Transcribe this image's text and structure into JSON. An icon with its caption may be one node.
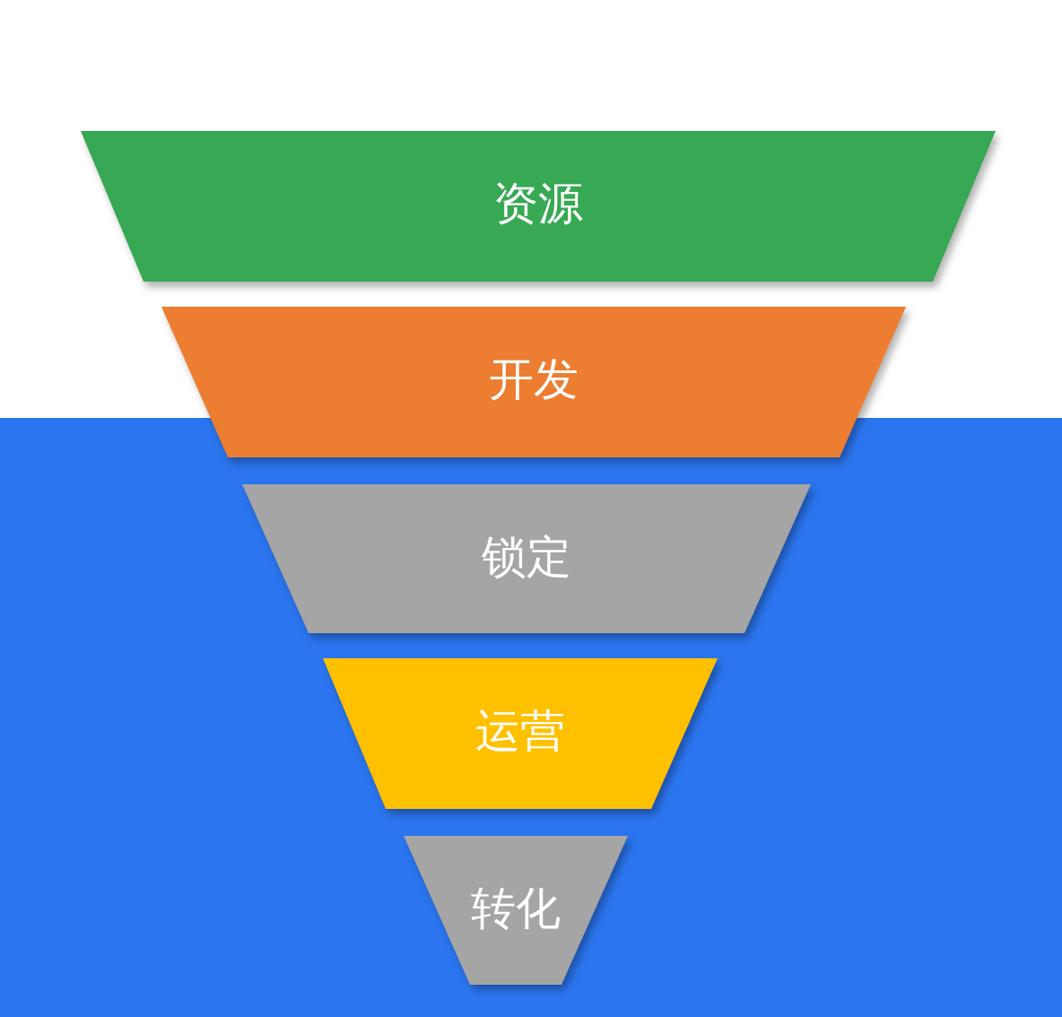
{
  "diagram": {
    "nodes": [
      {
        "text": [
          "资源"
        ]
      },
      {
        "text": [
          "开发"
        ]
      },
      {
        "text": [
          "锁定"
        ]
      },
      {
        "text": [
          "运营"
        ]
      },
      {
        "text": [
          "转化"
        ]
      }
    ]
  }
}
